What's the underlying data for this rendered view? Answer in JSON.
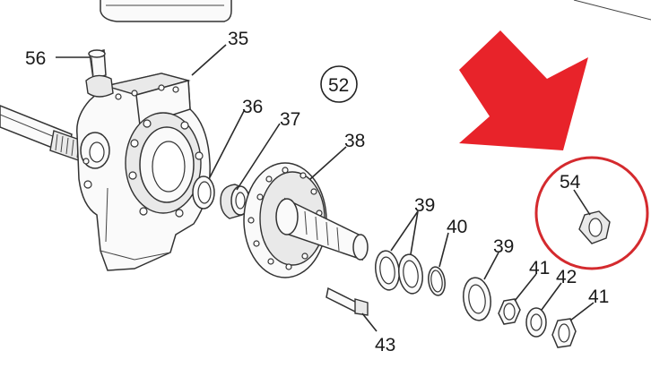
{
  "labels": {
    "p56": "56",
    "p35": "35",
    "p52": "52",
    "p36": "36",
    "p37": "37",
    "p38": "38",
    "p39a": "39",
    "p40": "40",
    "p39b": "39",
    "p54": "54",
    "p41a": "41",
    "p42": "42",
    "p41b": "41",
    "p43": "43"
  },
  "colors": {
    "arrow": "#e8232a",
    "highlight_circle": "#d42a2e",
    "line": "#2a2a2a"
  }
}
